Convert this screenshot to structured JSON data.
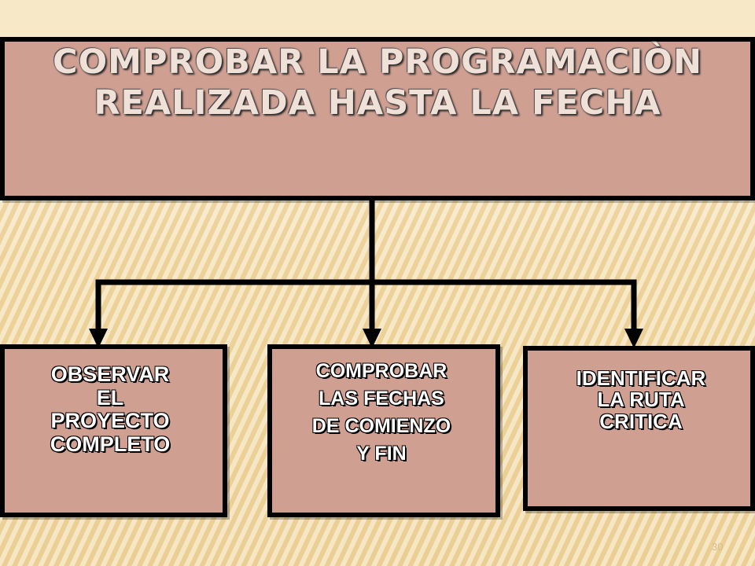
{
  "title": "COMPROBAR LA PROGRAMACIÒN\nREALIZADA HASTA LA FECHA",
  "children": [
    {
      "label": "OBSERVAR\nEL\nPROYECTO\nCOMPLETO"
    },
    {
      "label": "COMPROBAR\nLAS FECHAS\nDE COMIENZO\nY FIN"
    },
    {
      "label": "IDENTIFICAR\nLA RUTA\nCRITICA"
    }
  ],
  "page_number": "30",
  "colors": {
    "box_fill": "#cf9f92",
    "border": "#000000",
    "background": "#f3dca9"
  }
}
